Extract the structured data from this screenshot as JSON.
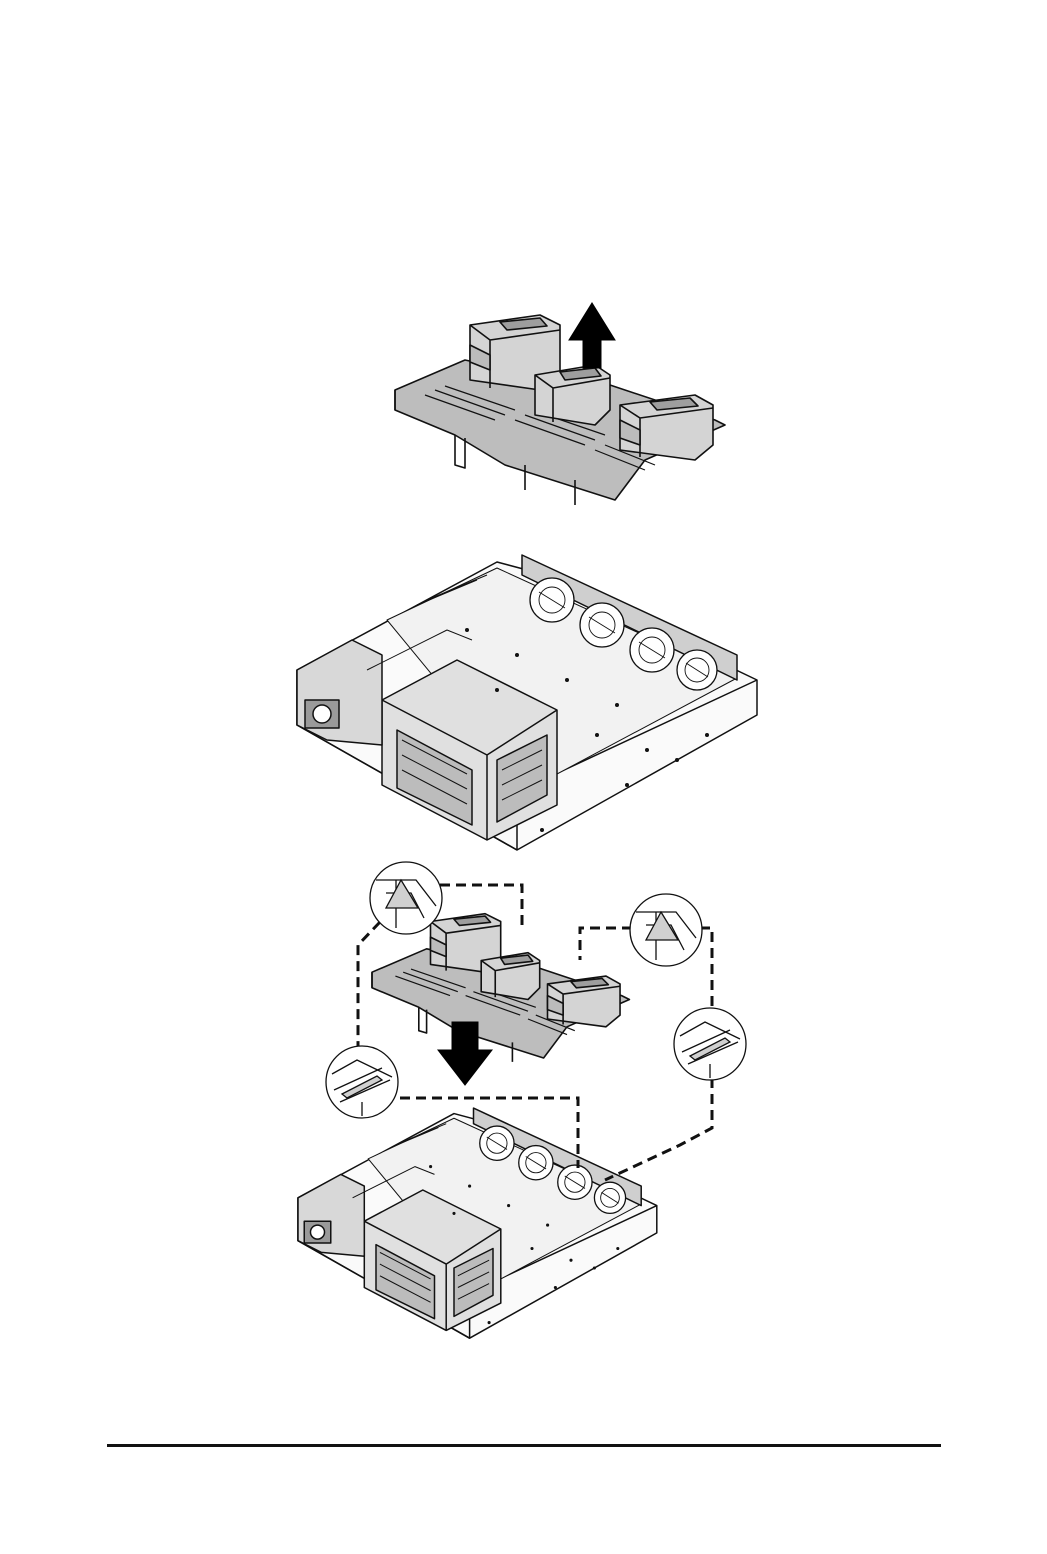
{
  "page": {
    "background": "#ffffff",
    "ink_color": "#111111"
  },
  "figures": [
    {
      "name": "air-duct-removal",
      "arrow": "up-arrow-icon"
    },
    {
      "name": "chassis-without-duct"
    },
    {
      "name": "air-duct-installation",
      "arrow": "down-arrow-icon",
      "callouts": 4
    }
  ]
}
